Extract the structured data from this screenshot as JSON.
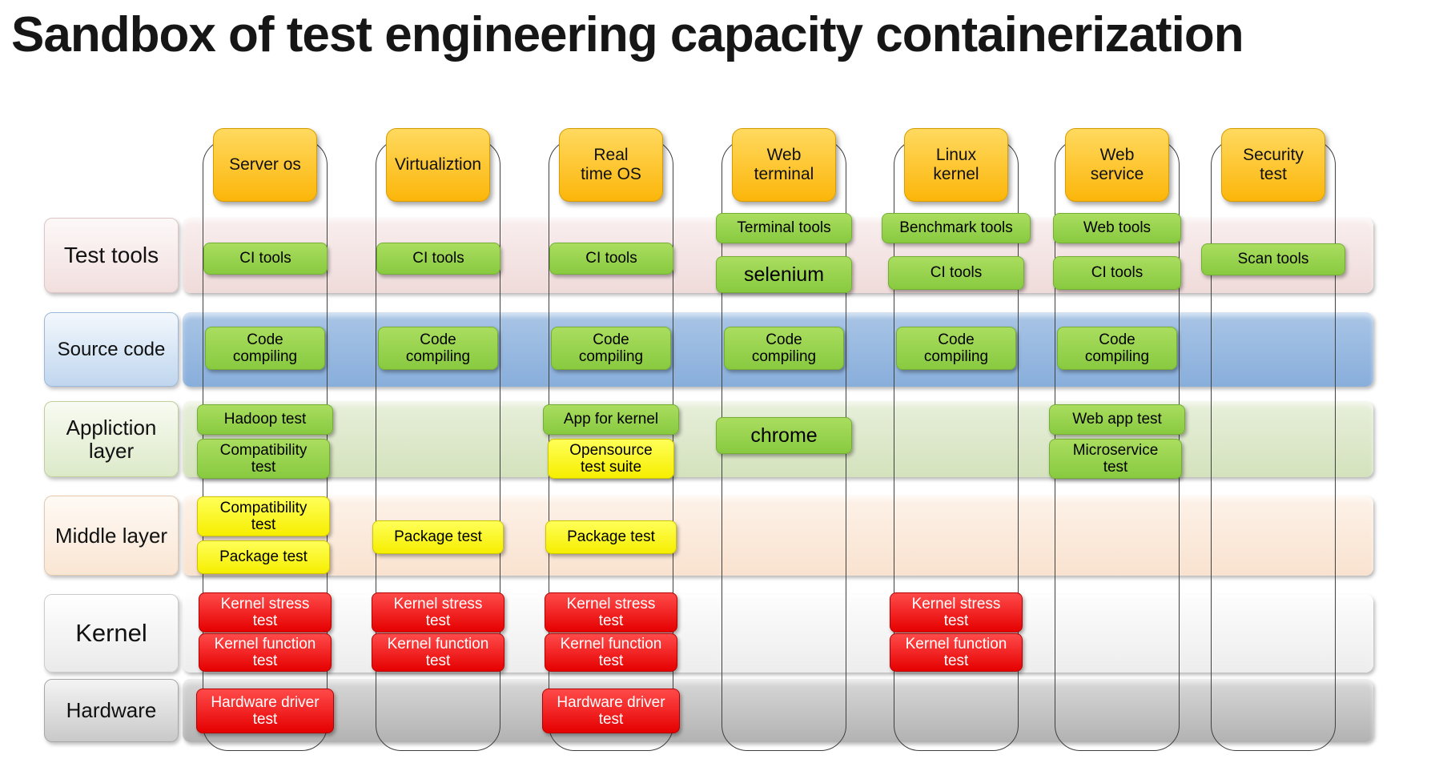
{
  "title": "Sandbox of test engineering capacity containerization",
  "columns": [
    {
      "label": "Server os"
    },
    {
      "label": "Virtualiztion"
    },
    {
      "label": "Real time OS"
    },
    {
      "label": "Web terminal"
    },
    {
      "label": "Linux kernel"
    },
    {
      "label": "Web service"
    },
    {
      "label": "Security test"
    }
  ],
  "rows": [
    {
      "label": "Test tools"
    },
    {
      "label": "Source code"
    },
    {
      "label": "Appliction layer"
    },
    {
      "label": "Middle layer"
    },
    {
      "label": "Kernel"
    },
    {
      "label": "Hardware"
    }
  ],
  "cells": [
    {
      "column": "Server os",
      "row": "Test tools",
      "label": "CI tools",
      "color": "green"
    },
    {
      "column": "Virtualiztion",
      "row": "Test tools",
      "label": "CI tools",
      "color": "green"
    },
    {
      "column": "Real time OS",
      "row": "Test tools",
      "label": "CI tools",
      "color": "green"
    },
    {
      "column": "Web terminal",
      "row": "Test tools",
      "label": "Terminal tools",
      "color": "green"
    },
    {
      "column": "Web terminal",
      "row": "Test tools",
      "label": "selenium",
      "color": "green"
    },
    {
      "column": "Linux kernel",
      "row": "Test tools",
      "label": "Benchmark tools",
      "color": "green"
    },
    {
      "column": "Linux kernel",
      "row": "Test tools",
      "label": "CI tools",
      "color": "green"
    },
    {
      "column": "Web service",
      "row": "Test tools",
      "label": "Web tools",
      "color": "green"
    },
    {
      "column": "Web service",
      "row": "Test tools",
      "label": "CI tools",
      "color": "green"
    },
    {
      "column": "Security test",
      "row": "Test tools",
      "label": "Scan tools",
      "color": "green"
    },
    {
      "column": "Server os",
      "row": "Source code",
      "label": "Code compiling",
      "color": "green"
    },
    {
      "column": "Virtualiztion",
      "row": "Source code",
      "label": "Code compiling",
      "color": "green"
    },
    {
      "column": "Real time OS",
      "row": "Source code",
      "label": "Code compiling",
      "color": "green"
    },
    {
      "column": "Web terminal",
      "row": "Source code",
      "label": "Code compiling",
      "color": "green"
    },
    {
      "column": "Linux kernel",
      "row": "Source code",
      "label": "Code compiling",
      "color": "green"
    },
    {
      "column": "Web service",
      "row": "Source code",
      "label": "Code compiling",
      "color": "green"
    },
    {
      "column": "Server os",
      "row": "Appliction layer",
      "label": "Hadoop test",
      "color": "green"
    },
    {
      "column": "Server os",
      "row": "Appliction layer",
      "label": "Compatibility test",
      "color": "green"
    },
    {
      "column": "Real time OS",
      "row": "Appliction layer",
      "label": "App for kernel",
      "color": "green"
    },
    {
      "column": "Real time OS",
      "row": "Appliction layer",
      "label": "Opensource test suite",
      "color": "yellow"
    },
    {
      "column": "Web terminal",
      "row": "Appliction layer",
      "label": "chrome",
      "color": "green"
    },
    {
      "column": "Web service",
      "row": "Appliction layer",
      "label": "Web app test",
      "color": "green"
    },
    {
      "column": "Web service",
      "row": "Appliction layer",
      "label": "Microservice test",
      "color": "green"
    },
    {
      "column": "Server os",
      "row": "Middle layer",
      "label": "Compatibility test",
      "color": "yellow"
    },
    {
      "column": "Server os",
      "row": "Middle layer",
      "label": "Package test",
      "color": "yellow"
    },
    {
      "column": "Virtualiztion",
      "row": "Middle layer",
      "label": "Package test",
      "color": "yellow"
    },
    {
      "column": "Real time OS",
      "row": "Middle layer",
      "label": "Package test",
      "color": "yellow"
    },
    {
      "column": "Server os",
      "row": "Kernel",
      "label": "Kernel stress test",
      "color": "red"
    },
    {
      "column": "Server os",
      "row": "Kernel",
      "label": "Kernel function test",
      "color": "red"
    },
    {
      "column": "Virtualiztion",
      "row": "Kernel",
      "label": "Kernel stress test",
      "color": "red"
    },
    {
      "column": "Virtualiztion",
      "row": "Kernel",
      "label": "Kernel function test",
      "color": "red"
    },
    {
      "column": "Real time OS",
      "row": "Kernel",
      "label": "Kernel stress test",
      "color": "red"
    },
    {
      "column": "Real time OS",
      "row": "Kernel",
      "label": "Kernel function test",
      "color": "red"
    },
    {
      "column": "Linux kernel",
      "row": "Kernel",
      "label": "Kernel stress test",
      "color": "red"
    },
    {
      "column": "Linux kernel",
      "row": "Kernel",
      "label": "Kernel function test",
      "color": "red"
    },
    {
      "column": "Server os",
      "row": "Hardware",
      "label": "Hardware driver test",
      "color": "red"
    },
    {
      "column": "Real time OS",
      "row": "Hardware",
      "label": "Hardware driver test",
      "color": "red"
    }
  ],
  "colors": {
    "header_orange": "#FFC000",
    "cell_green": "#92D050",
    "cell_yellow": "#FFFF00",
    "cell_red": "#FF0000",
    "band_test_tools": "#F2DCDB",
    "band_source_code": "#95B3D7",
    "band_application": "#D7E4BC",
    "band_middle": "#FBE5D6",
    "band_kernel": "#F2F2F2",
    "band_hardware": "#BFBFBF"
  }
}
